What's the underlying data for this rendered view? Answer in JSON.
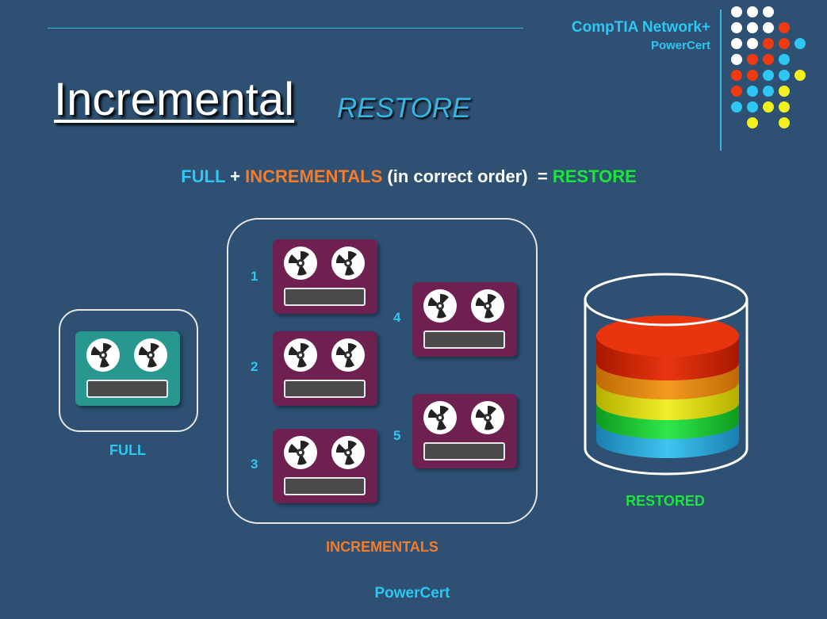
{
  "header": {
    "brand_line1": "CompTIA Network+",
    "brand_line2": "PowerCert"
  },
  "title": {
    "main": "Incremental",
    "sub": "RESTORE"
  },
  "formula": {
    "full": "FULL",
    "plus": " + ",
    "incrementals": "INCREMENTALS",
    "order": " (in correct order)  = ",
    "restore": "RESTORE"
  },
  "labels": {
    "full": "FULL",
    "incrementals": "INCREMENTALS",
    "restored": "RESTORED"
  },
  "incrementals": [
    {
      "number": "1"
    },
    {
      "number": "2"
    },
    {
      "number": "3"
    },
    {
      "number": "4"
    },
    {
      "number": "5"
    }
  ],
  "footer": "PowerCert",
  "colors": {
    "background": "#2d5073",
    "accent_blue": "#2ec6f2",
    "accent_orange": "#f47c2a",
    "accent_green": "#1be53a",
    "tape_incremental": "#6e2151",
    "tape_full": "#27978f"
  },
  "icons": {
    "tape": "reel-to-reel-tape-icon",
    "restored": "database-cylinder-icon"
  }
}
